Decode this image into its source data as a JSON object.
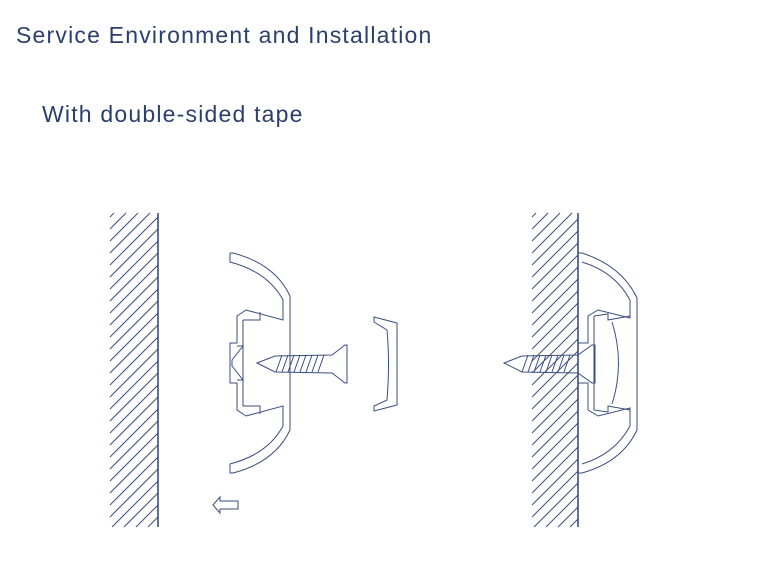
{
  "header": {
    "title": "Service Environment and Installation"
  },
  "section": {
    "subtitle": "With double-sided tape"
  },
  "colors": {
    "text": "#2b3f6b",
    "line": "#3a4f7d"
  },
  "icons": [
    "wall-hatch",
    "profile-channel",
    "screw",
    "cover-diffuser",
    "arrow-left"
  ]
}
